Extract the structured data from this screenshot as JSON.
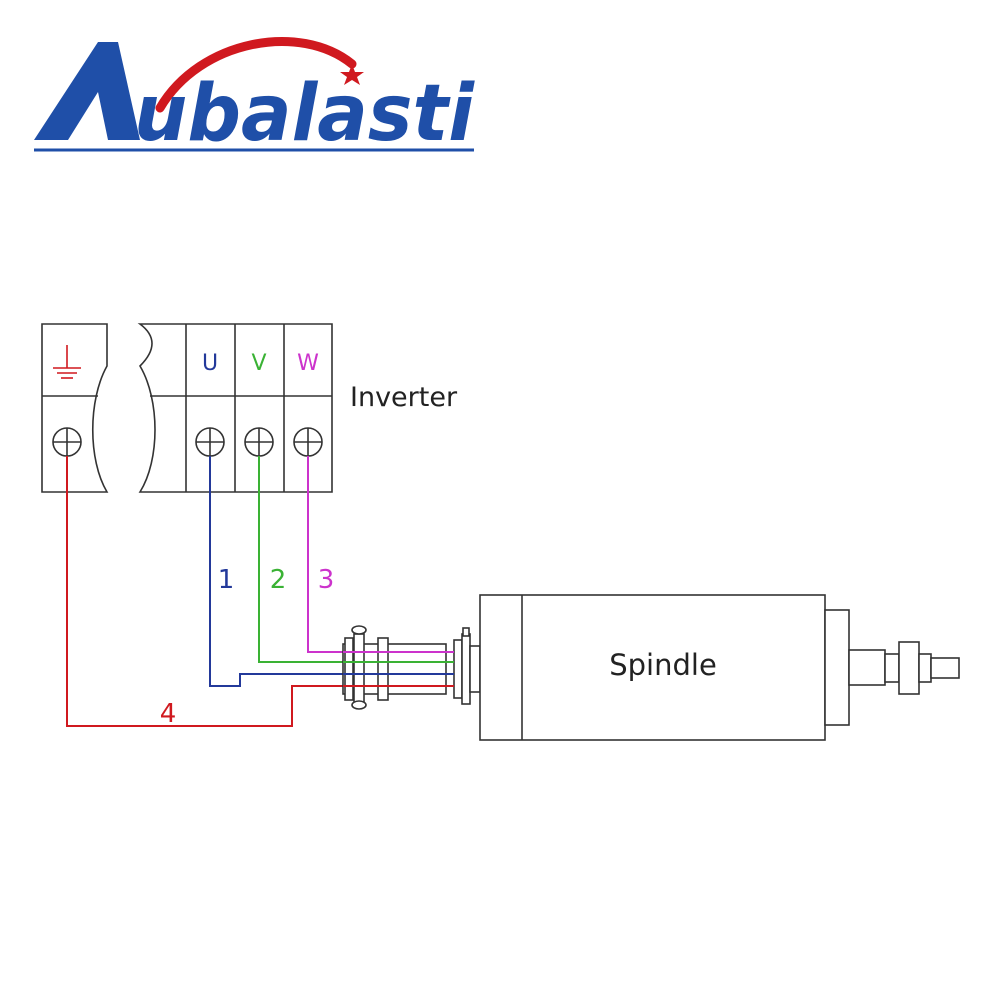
{
  "logo": {
    "text": "Aubalasti",
    "brand_color": "#1f4fa8",
    "accent_color": "#d0191f"
  },
  "inverter": {
    "label": "Inverter",
    "terminals": [
      {
        "id": "pe",
        "label": "",
        "icon": "ground-icon",
        "color": "#d0191f"
      },
      {
        "id": "u",
        "label": "U",
        "color": "#23399a"
      },
      {
        "id": "v",
        "label": "V",
        "color": "#3ab234"
      },
      {
        "id": "w",
        "label": "W",
        "color": "#cc33cc"
      }
    ]
  },
  "wires": [
    {
      "number": "1",
      "terminal": "U",
      "color": "#23399a"
    },
    {
      "number": "2",
      "terminal": "V",
      "color": "#3ab234"
    },
    {
      "number": "3",
      "terminal": "W",
      "color": "#cc33cc"
    },
    {
      "number": "4",
      "terminal": "PE",
      "color": "#d0191f"
    }
  ],
  "spindle": {
    "label": "Spindle"
  }
}
